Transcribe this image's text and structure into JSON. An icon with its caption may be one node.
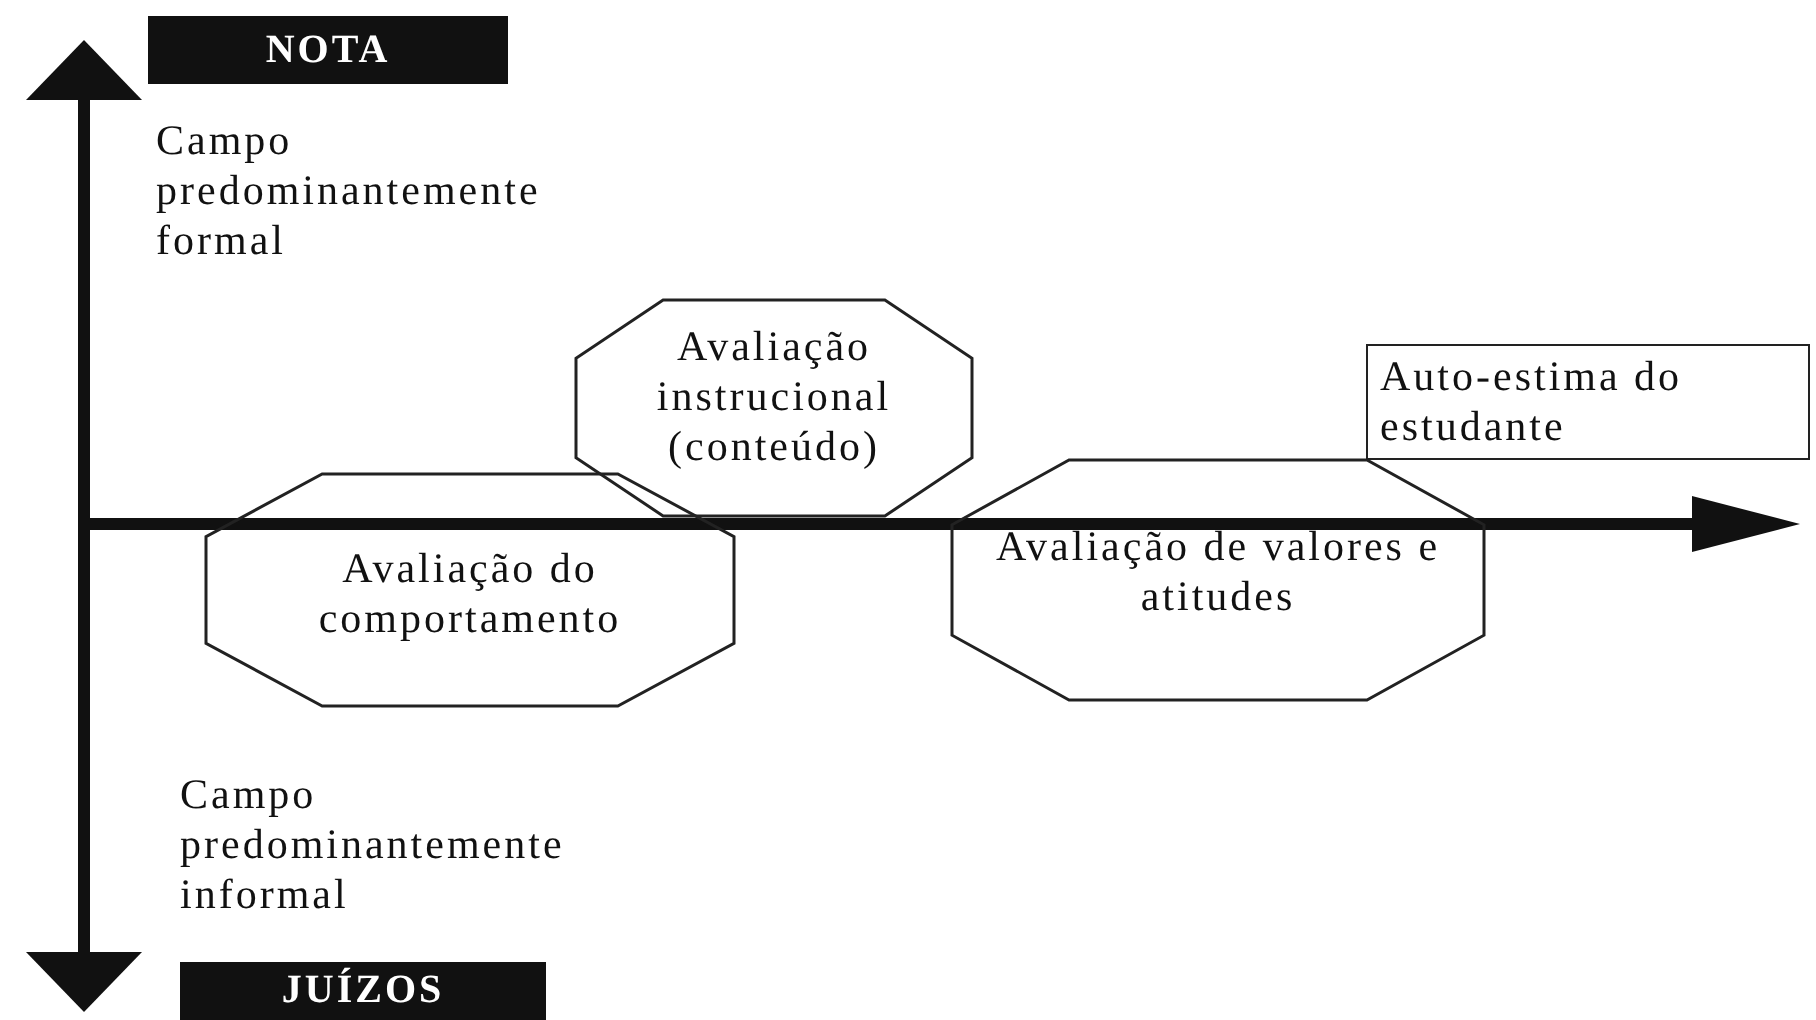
{
  "diagram": {
    "nodes": [
      {
        "text": [
          "NOTA"
        ]
      },
      {
        "text": [
          "Avaliação instrucional (conteúdo)"
        ]
      },
      {
        "text": [
          "Auto-estima do estudante"
        ]
      },
      {
        "text": [
          "Avaliação do comportamento"
        ]
      },
      {
        "text": [
          "Avaliação de valores e atitudes"
        ]
      },
      {
        "text": [
          "JUÍZOS"
        ]
      }
    ],
    "labels": [
      "Campo predominantemente formal",
      "Campo predominantemente informal"
    ]
  }
}
